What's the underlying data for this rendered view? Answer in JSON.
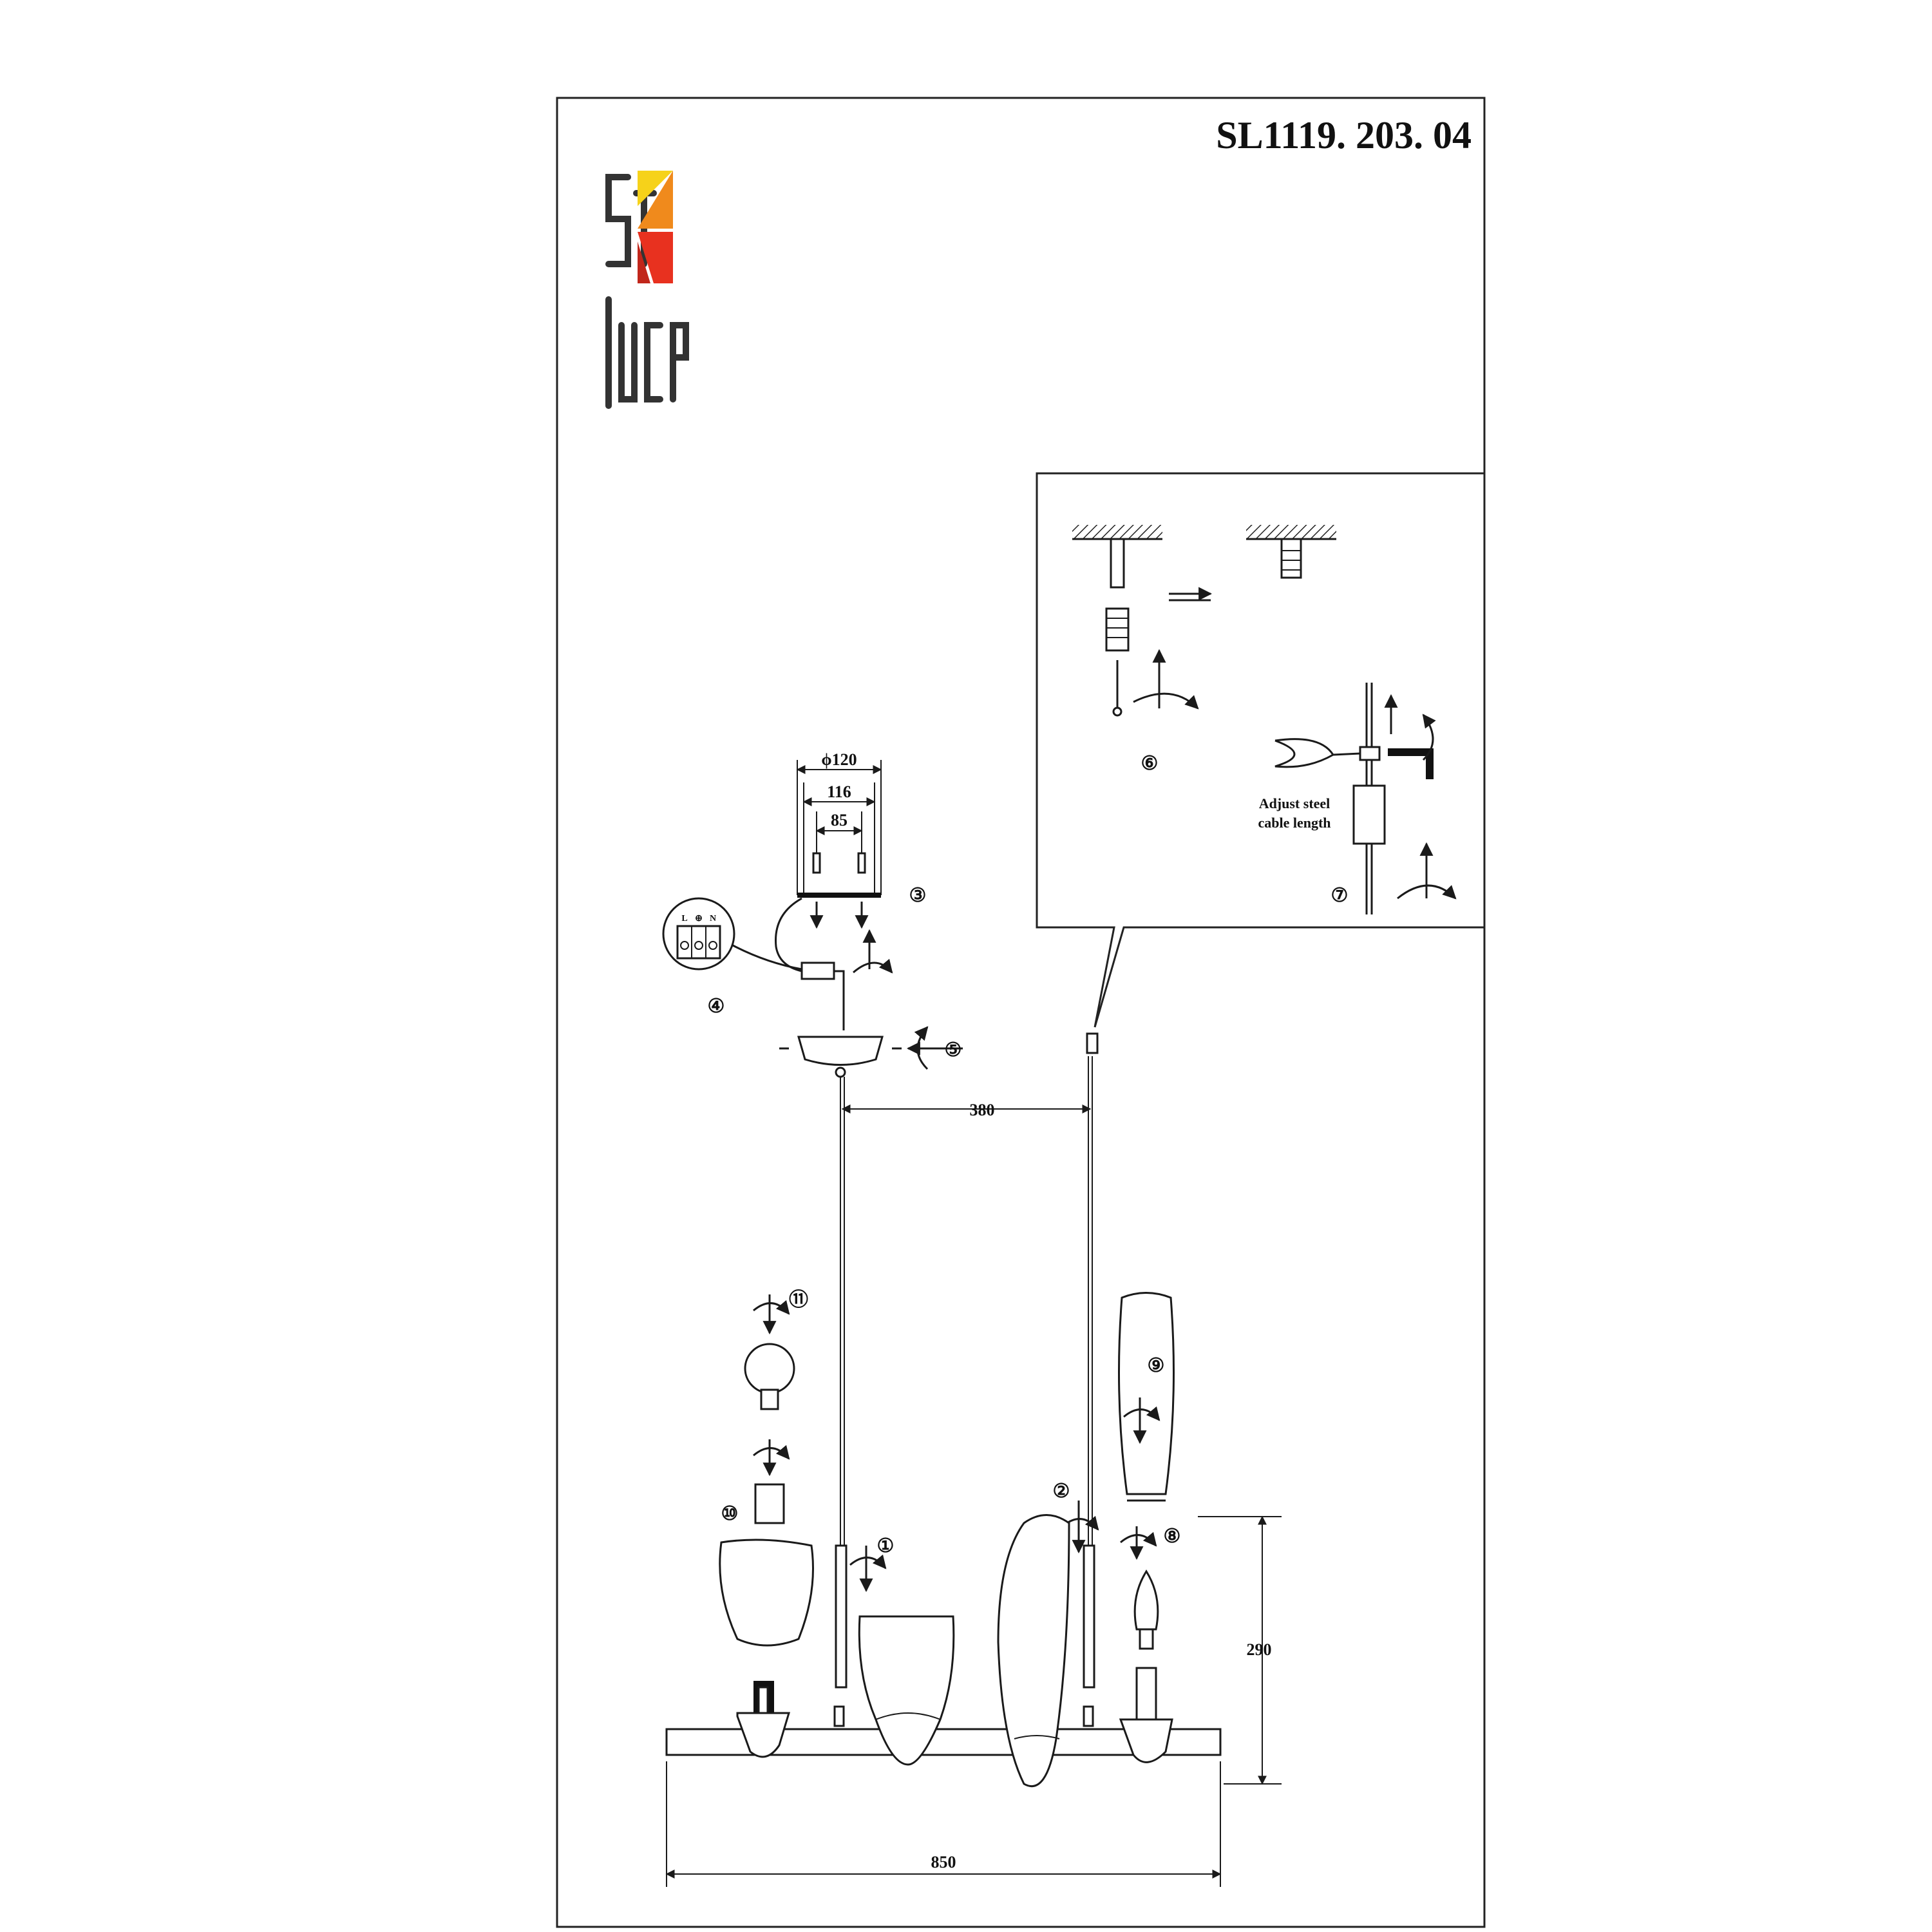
{
  "model_code": "SL1119. 203. 04",
  "dimensions": {
    "canopy_diameter": "ϕ120",
    "canopy_width": "116",
    "mount_spacing": "85",
    "cable_spacing": "380",
    "height": "290",
    "length": "850"
  },
  "steps": [
    "①",
    "②",
    "③",
    "④",
    "⑤",
    "⑥",
    "⑦",
    "⑧",
    "⑨",
    "⑩",
    "⑪"
  ],
  "callout": {
    "adjust_line1": "Adjust steel",
    "adjust_line2": "cable length"
  },
  "terminal_labels": [
    "L",
    "⊕",
    "N"
  ],
  "logo_colors": {
    "yellow": "#f6d21a",
    "orange": "#f08a1c",
    "red": "#e8311f",
    "dark_red": "#c1261b"
  }
}
